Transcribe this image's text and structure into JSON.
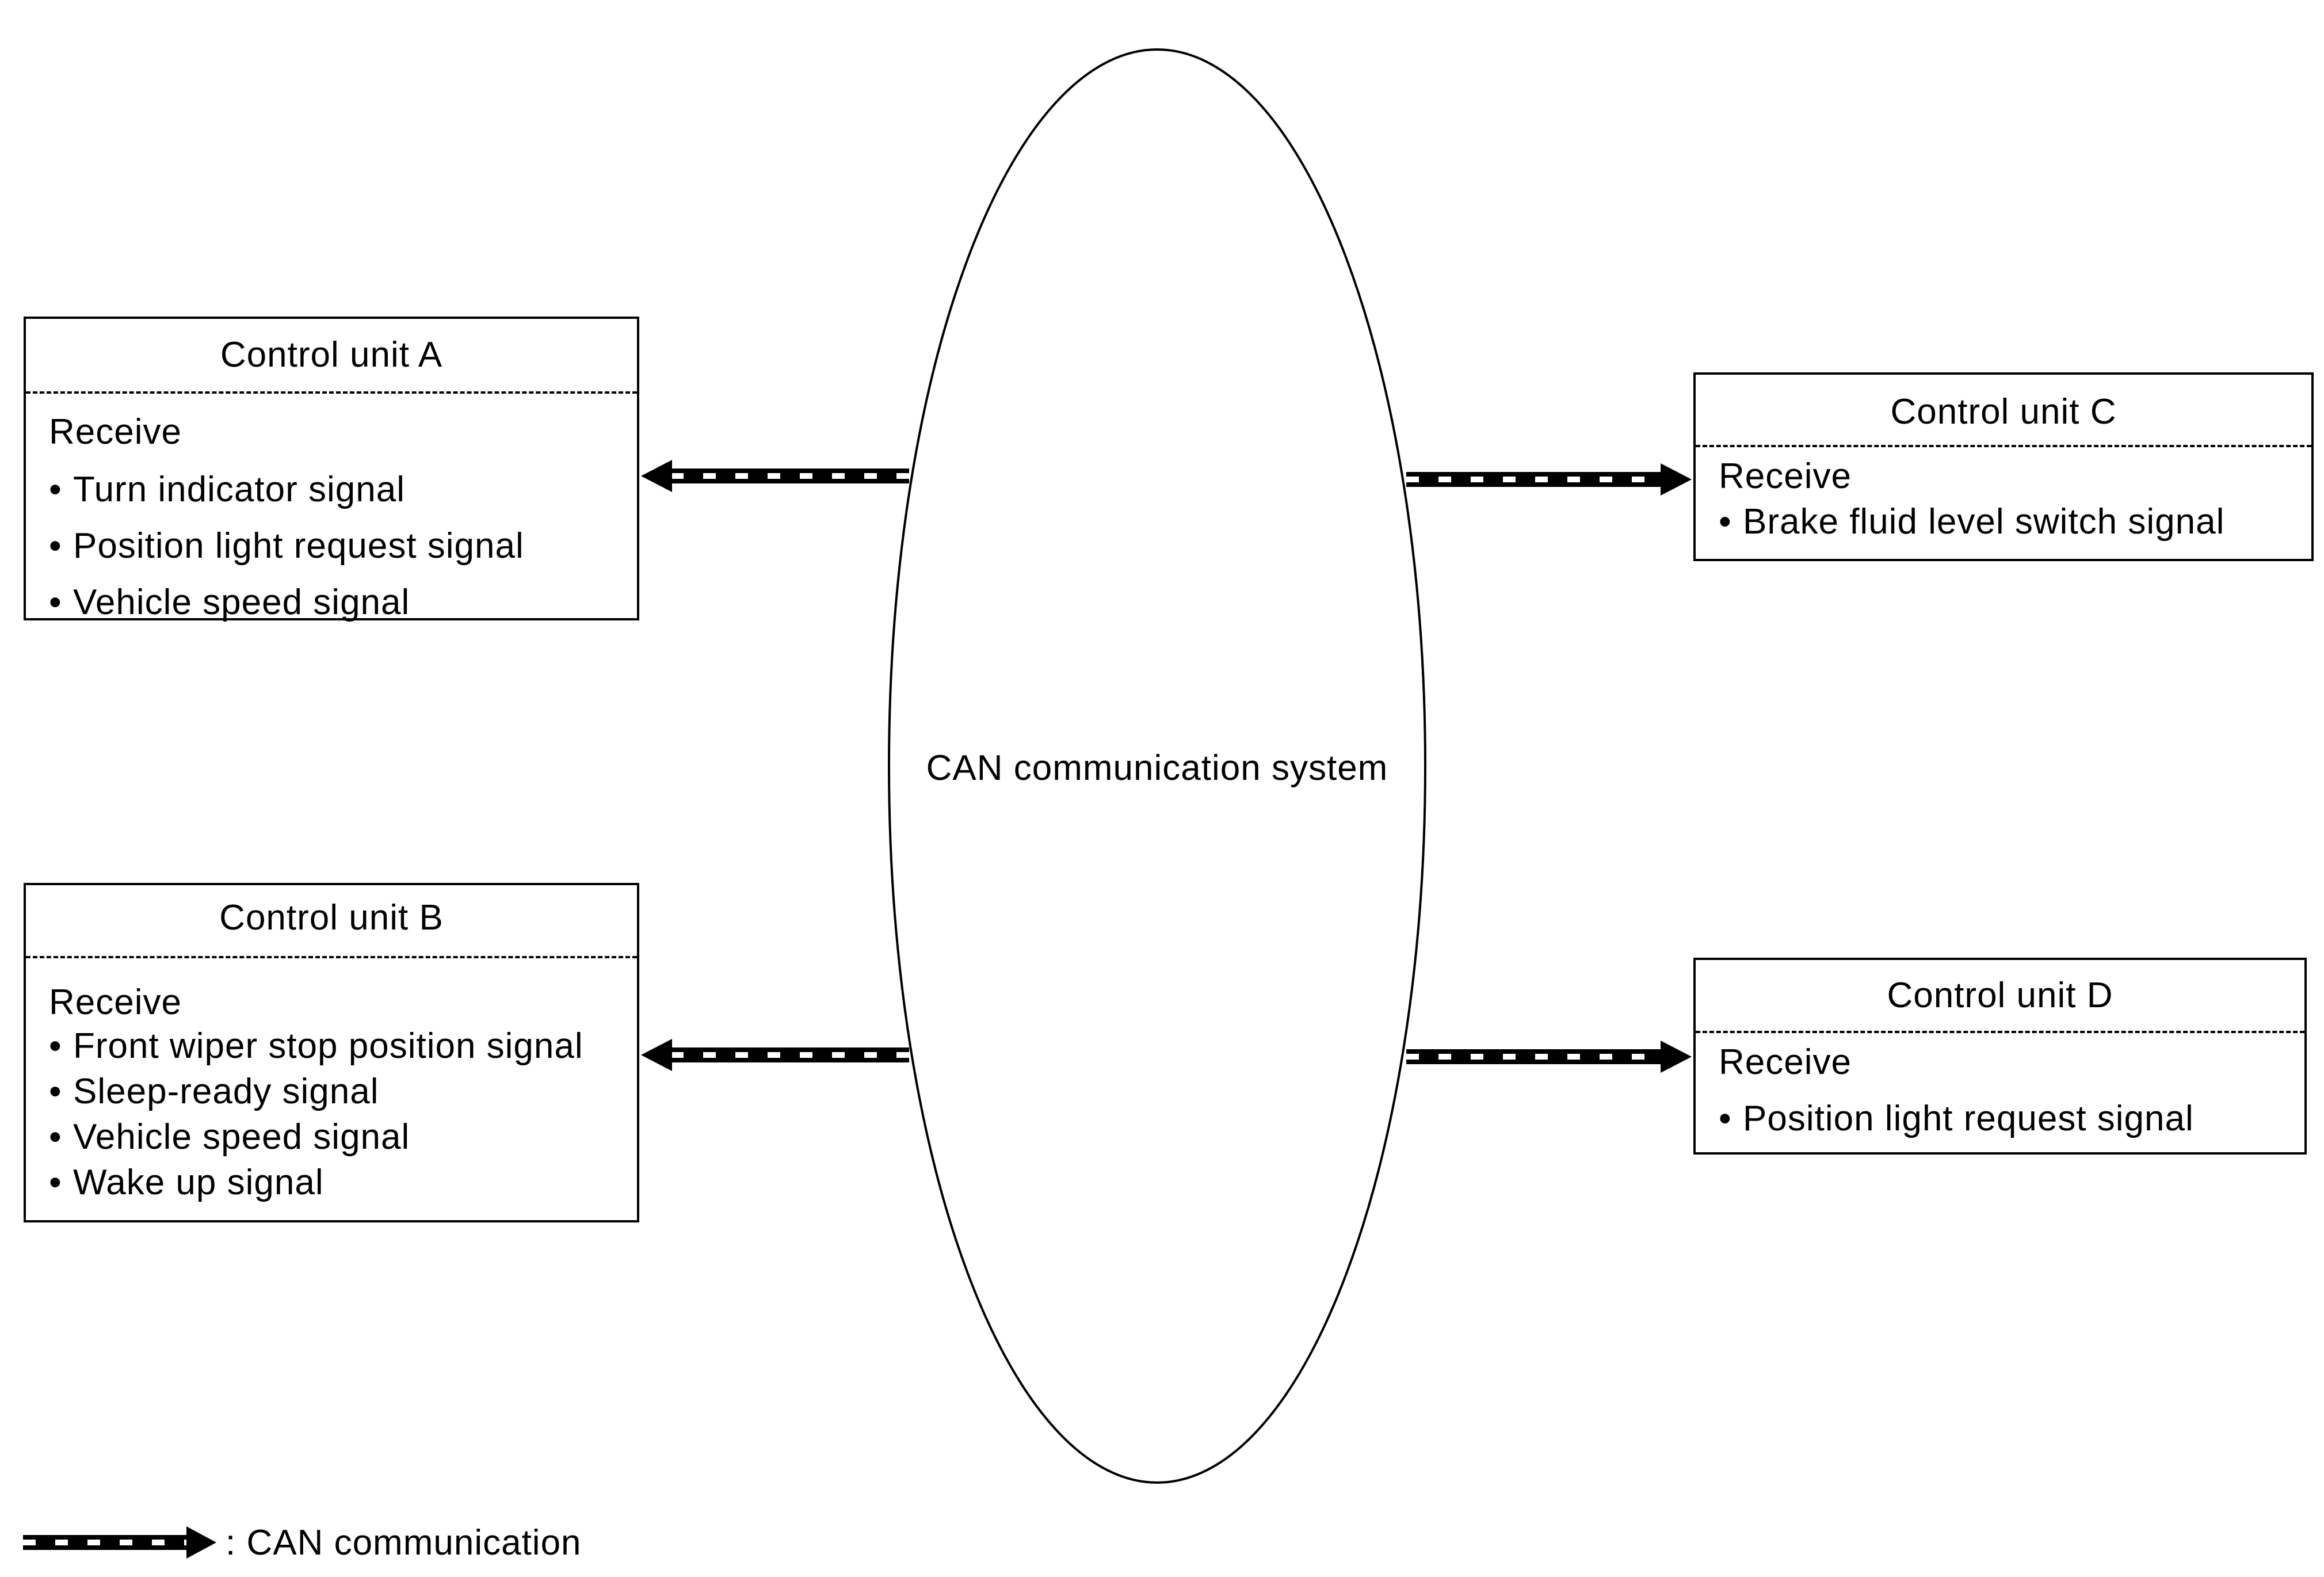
{
  "central_node": {
    "label": "CAN communication system"
  },
  "control_units": [
    {
      "title": "Control unit A",
      "section_label": "Receive",
      "signals": [
        "Turn indicator signal",
        "Position light request signal",
        "Vehicle speed signal"
      ]
    },
    {
      "title": "Control unit B",
      "section_label": "Receive",
      "signals": [
        "Front wiper stop position signal",
        "Sleep-ready signal",
        "Vehicle speed signal",
        "Wake up signal"
      ]
    },
    {
      "title": "Control unit C",
      "section_label": "Receive",
      "signals": [
        "Brake fluid level switch signal"
      ]
    },
    {
      "title": "Control unit D",
      "section_label": "Receive",
      "signals": [
        "Position light request signal"
      ]
    }
  ],
  "bullet_glyph": "•",
  "legend": {
    "label": ": CAN communication"
  },
  "colors": {
    "line": "#000000",
    "background": "#ffffff"
  }
}
